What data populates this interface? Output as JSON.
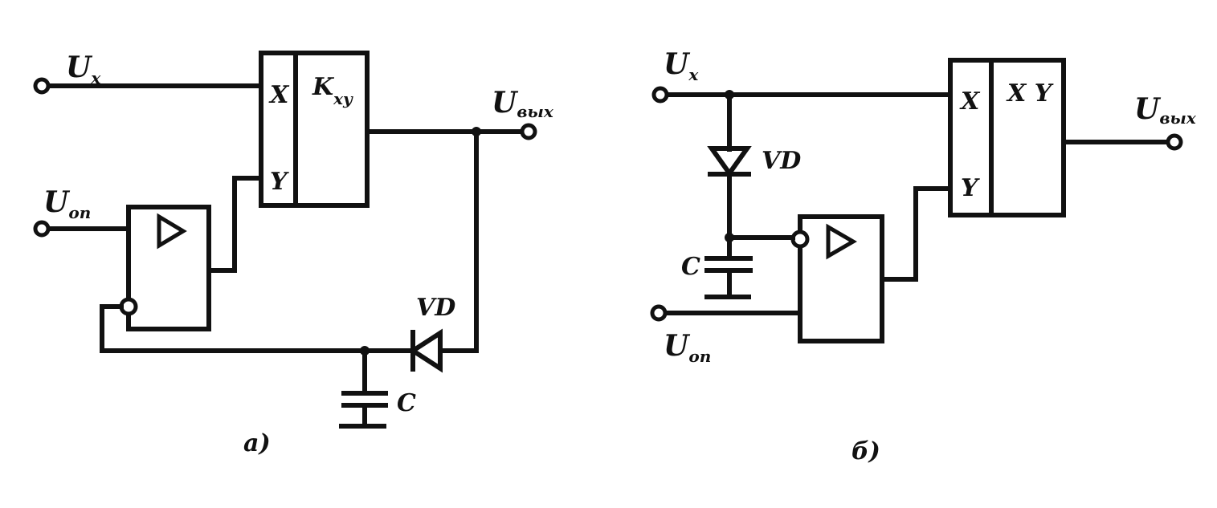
{
  "circuit_a": {
    "input_x": {
      "main": "U",
      "sub": "x"
    },
    "input_ref": {
      "main": "U",
      "sub": "оп"
    },
    "output": {
      "main": "U",
      "sub": "вых"
    },
    "multiplier": {
      "port_x": "X",
      "port_y": "Y",
      "gain_main": "K",
      "gain_sub": "xy"
    },
    "diode": "VD",
    "capacitor": "C",
    "caption": "а)"
  },
  "circuit_b": {
    "input_x": {
      "main": "U",
      "sub": "x"
    },
    "input_ref": {
      "main": "U",
      "sub": "оп"
    },
    "output": {
      "main": "U",
      "sub": "вых"
    },
    "multiplier": {
      "port_x": "X",
      "port_y": "Y",
      "function": "X Y"
    },
    "diode": "VD",
    "capacitor": "C",
    "caption": "б)"
  },
  "colors": {
    "ink": "#111111",
    "paper": "#ffffff"
  }
}
